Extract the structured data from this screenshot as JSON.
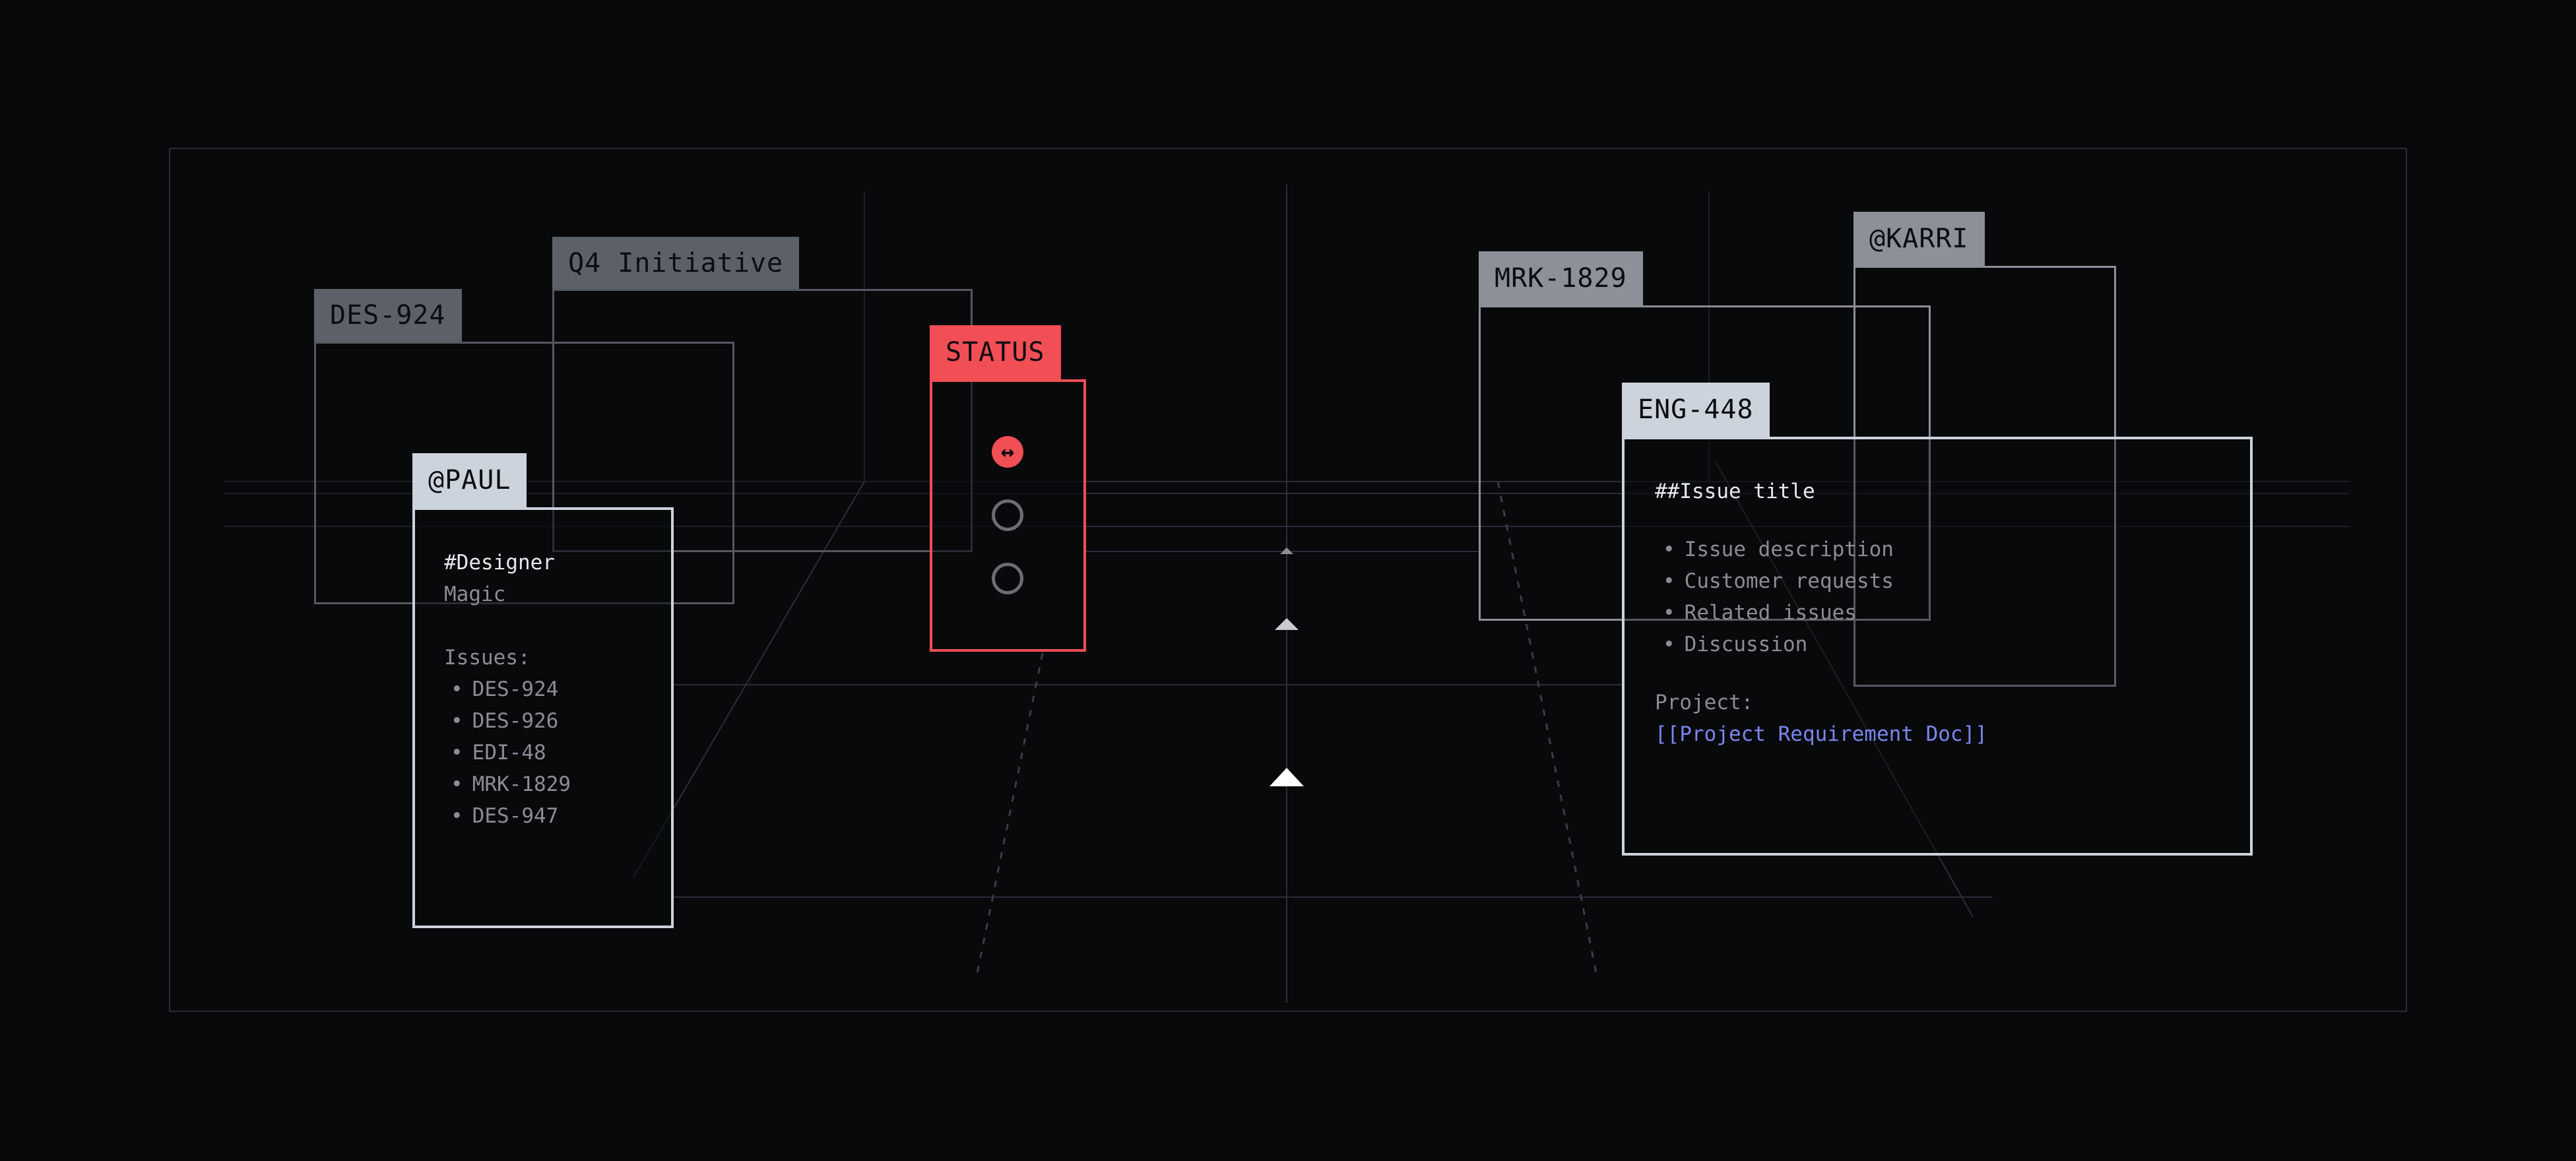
{
  "colors": {
    "background": "#08090b",
    "status": "#f24e55",
    "link": "#7b86ee",
    "tab_light": "#cdd3dd",
    "tab_mid": "#8c9099",
    "tab_dark": "#5c6068"
  },
  "cards": {
    "des924": {
      "label": "DES-924"
    },
    "q4": {
      "label": "Q4 Initiative"
    },
    "paul": {
      "label": "@PAUL",
      "role": "#Designer",
      "subtitle": "Magic",
      "issues_label": "Issues:",
      "issues": [
        "DES-924",
        "DES-926",
        "EDI-48",
        "MRK-1829",
        "DES-947"
      ]
    },
    "status": {
      "label": "STATUS",
      "options": [
        {
          "icon": "arrows-left-right-icon",
          "selected": true
        },
        {
          "selected": false
        },
        {
          "selected": false
        }
      ]
    },
    "mrk1829": {
      "label": "MRK-1829"
    },
    "karri": {
      "label": "@KARRI"
    },
    "eng448": {
      "label": "ENG-448",
      "title": "##Issue title",
      "items": [
        "Issue description",
        "Customer requests",
        "Related issues",
        "Discussion"
      ],
      "project_label": "Project:",
      "project_link": "[[Project Requirement Doc]]"
    }
  }
}
